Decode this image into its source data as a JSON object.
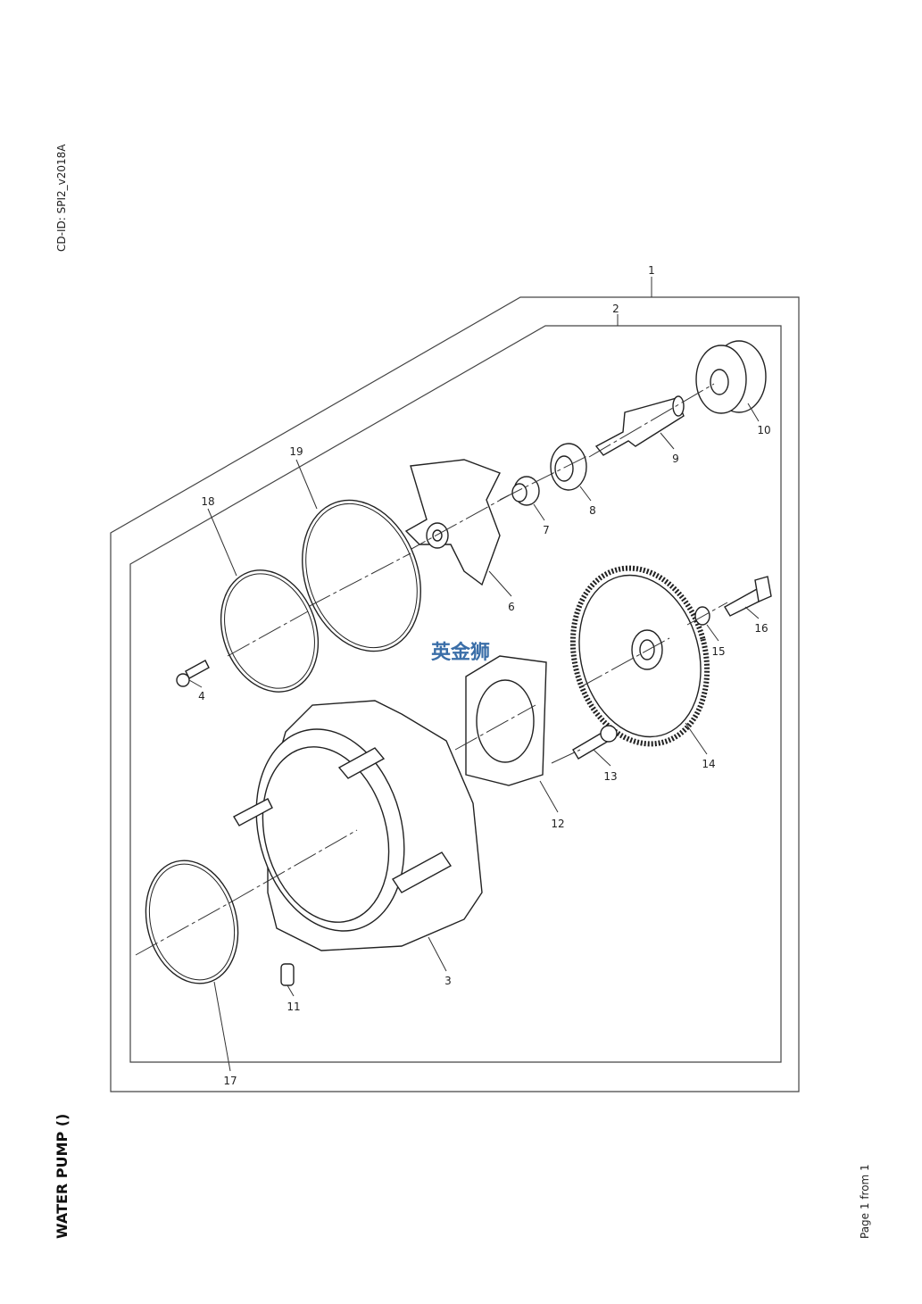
{
  "document": {
    "cd_id": "CD-ID: SPI2_v2018A",
    "title": "WATER PUMP ()",
    "page": "Page 1 from 1",
    "watermark": "英金狮"
  },
  "callouts": [
    "1",
    "2",
    "3",
    "4",
    "6",
    "7",
    "8",
    "9",
    "10",
    "11",
    "12",
    "13",
    "14",
    "15",
    "16",
    "17",
    "18",
    "19"
  ],
  "colors": {
    "watermark": "#3a6ea8",
    "line": "#222222"
  }
}
